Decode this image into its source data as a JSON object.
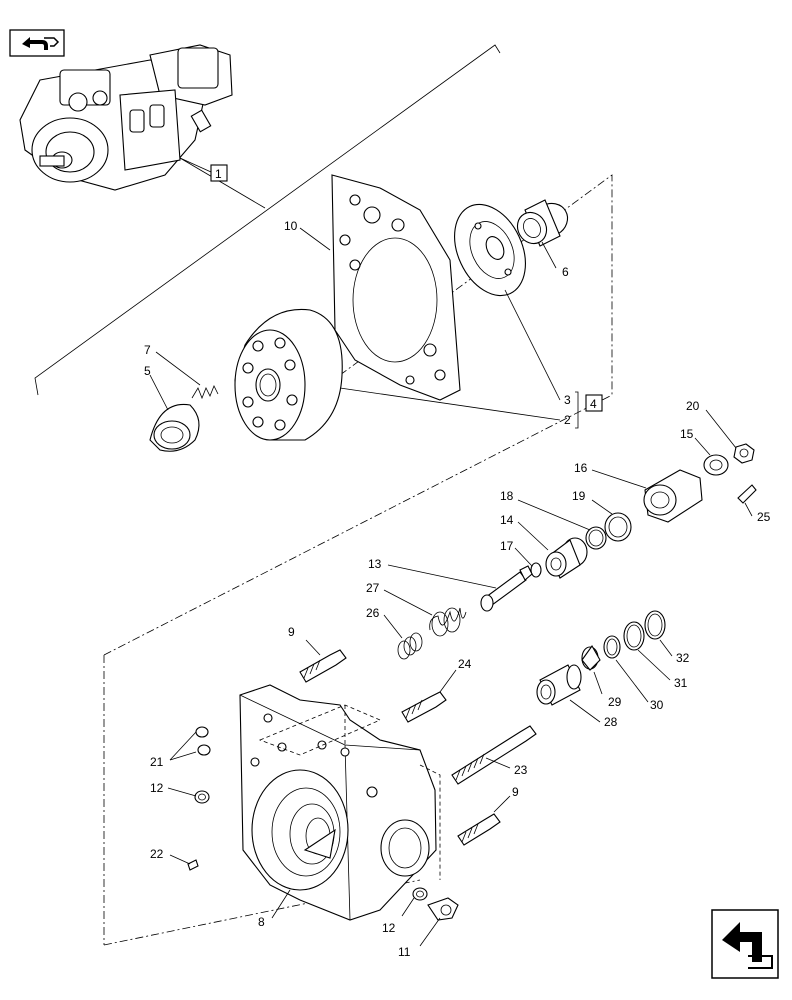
{
  "labels": {
    "l1": "1",
    "l2": "2",
    "l3": "3",
    "l4": "4",
    "l5": "5",
    "l6": "6",
    "l7": "7",
    "l8": "8",
    "l9a": "9",
    "l9b": "9",
    "l10": "10",
    "l11": "11",
    "l12a": "12",
    "l12b": "12",
    "l13": "13",
    "l14": "14",
    "l15": "15",
    "l16": "16",
    "l17": "17",
    "l18": "18",
    "l19": "19",
    "l20": "20",
    "l21": "21",
    "l22": "22",
    "l23": "23",
    "l24": "24",
    "l25": "25",
    "l26": "26",
    "l27": "27",
    "l28": "28",
    "l29": "29",
    "l30": "30",
    "l31": "31",
    "l32": "32"
  },
  "icons": {
    "prev": "arrow-back-icon",
    "next": "arrow-forward-icon"
  }
}
